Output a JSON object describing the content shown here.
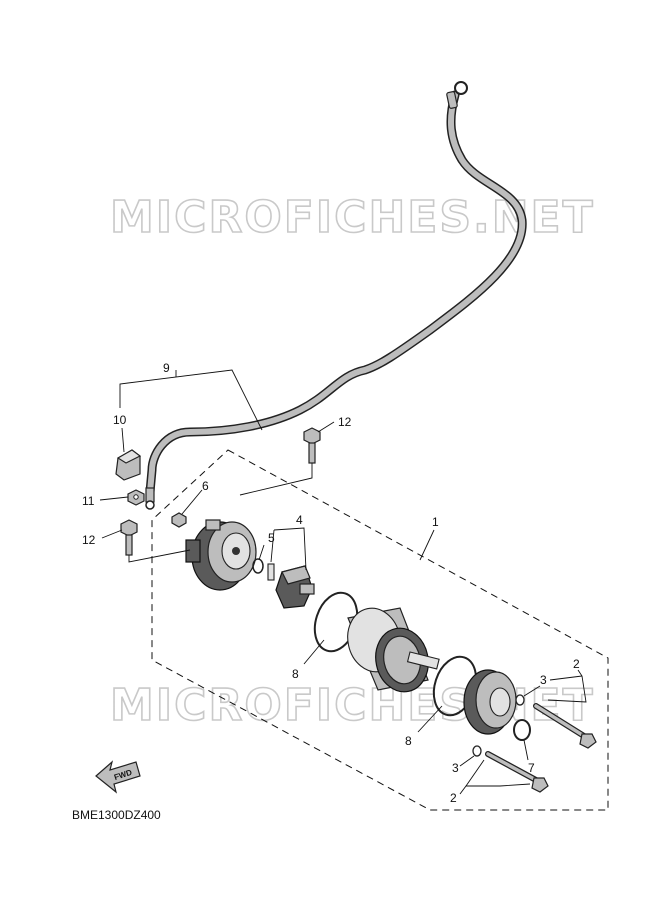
{
  "diagram": {
    "watermark_text": "MICROFICHES.NET",
    "figure_code": "BME1300DZ400",
    "fwd_label": "FWD",
    "callouts": {
      "c1": "1",
      "c2a": "2",
      "c2b": "2",
      "c3a": "3",
      "c3b": "3",
      "c4": "4",
      "c5": "5",
      "c6": "6",
      "c7": "7",
      "c8a": "8",
      "c8b": "8",
      "c9": "9",
      "c10": "10",
      "c11": "11",
      "c12a": "12",
      "c12b": "12"
    }
  }
}
